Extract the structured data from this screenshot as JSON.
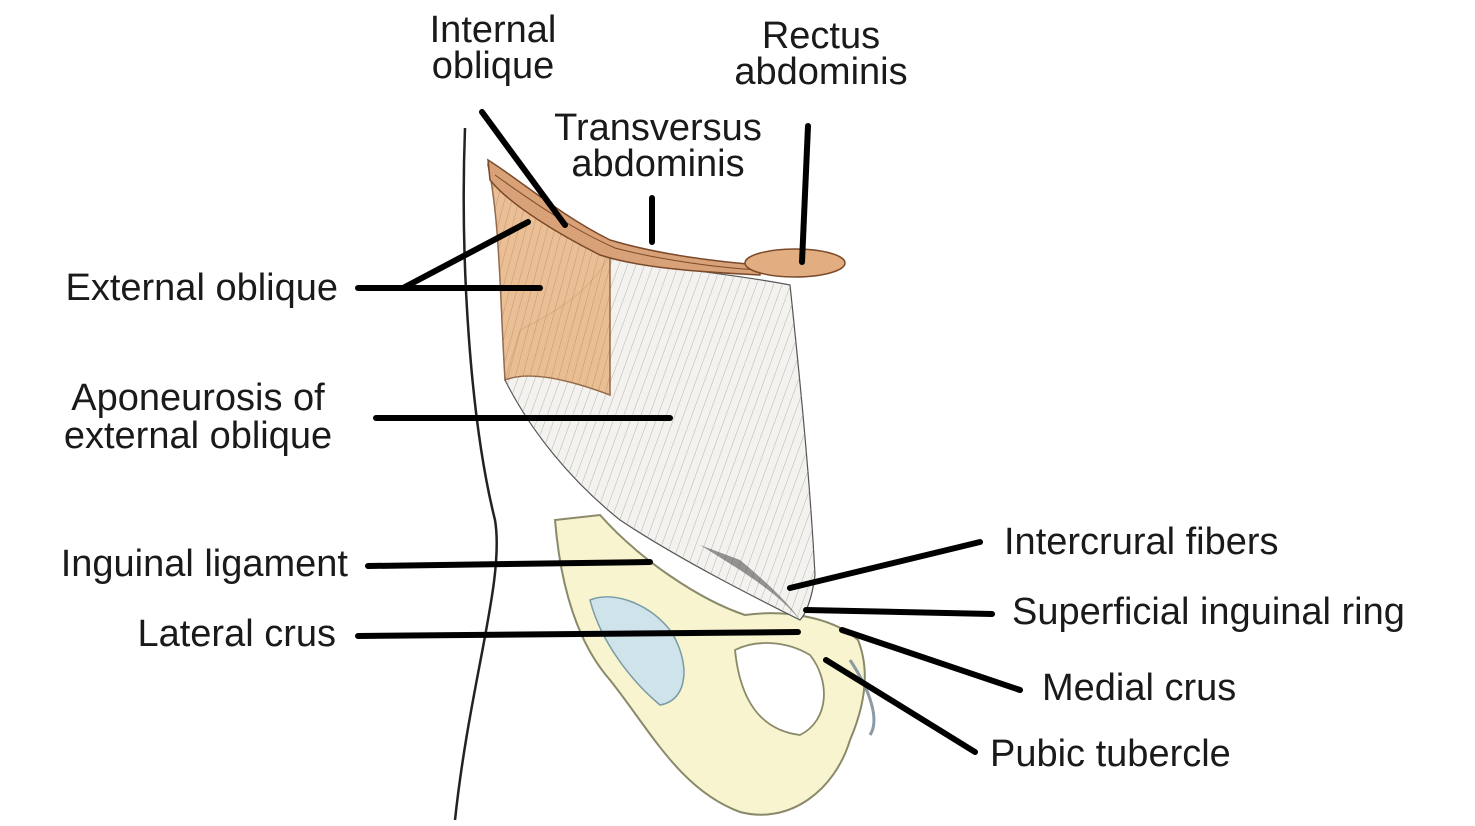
{
  "colors": {
    "background": "#ffffff",
    "muscle": "#e8b98a",
    "muscle_stroke": "#8a5a3a",
    "aponeurosis": "#f4f2ee",
    "bone": "#f7f4cf",
    "bone_stroke": "#8a8a6a",
    "cartilage": "#cfe3ea",
    "leader": "#000000"
  },
  "labels": {
    "internal_oblique": [
      "Internal",
      "oblique"
    ],
    "rectus_abdominis": [
      "Rectus",
      "abdominis"
    ],
    "transversus_abdominis": [
      "Transversus",
      "abdominis"
    ],
    "external_oblique": "External oblique",
    "aponeurosis": [
      "Aponeurosis of",
      "external oblique"
    ],
    "inguinal_ligament": "Inguinal ligament",
    "lateral_crus": "Lateral crus",
    "intercrural_fibers": "Intercrural fibers",
    "superficial_inguinal_ring": "Superficial inguinal ring",
    "medial_crus": "Medial crus",
    "pubic_tubercle": "Pubic tubercle"
  }
}
